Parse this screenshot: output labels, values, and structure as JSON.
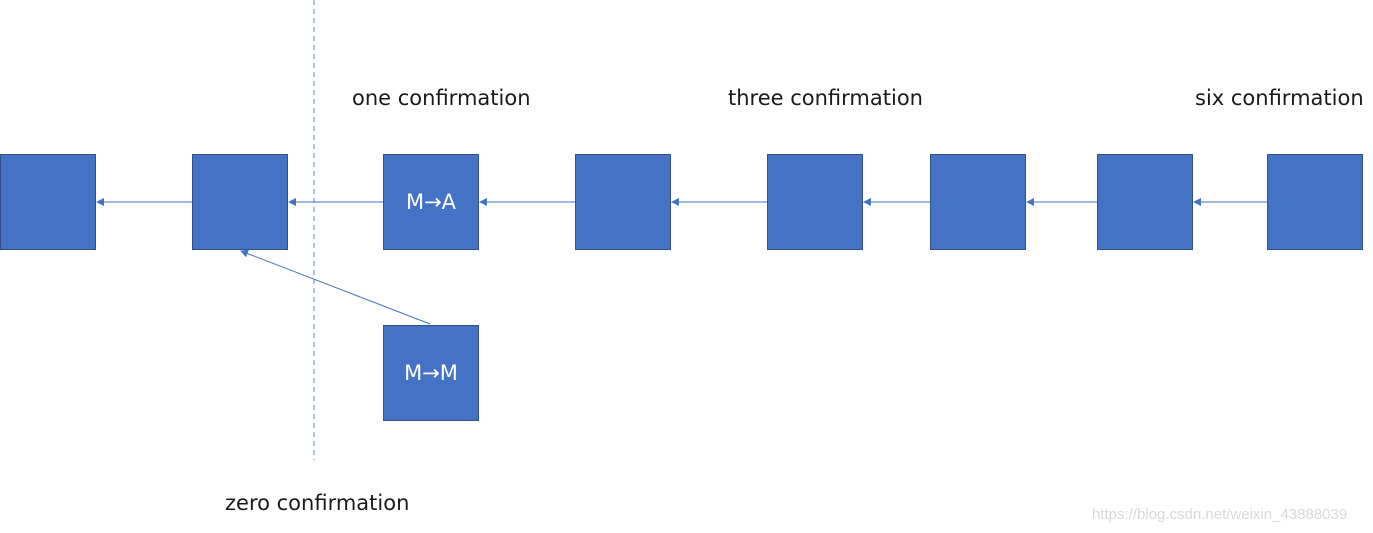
{
  "labels": {
    "one": "one confirmation",
    "three": "three confirmation",
    "six": "six confirmation",
    "zero": "zero confirmation"
  },
  "blocks": {
    "b1": "",
    "b2": "",
    "b3": "M→A",
    "b4": "",
    "b5": "",
    "b6": "",
    "b7": "",
    "b8": "",
    "fork": "M→M"
  },
  "watermark": "https://blog.csdn.net/weixin_43888039",
  "colors": {
    "block_fill": "#4472c4",
    "block_border": "#2f528f",
    "arrow": "#4472c4",
    "divider": "#5b8bd6"
  }
}
